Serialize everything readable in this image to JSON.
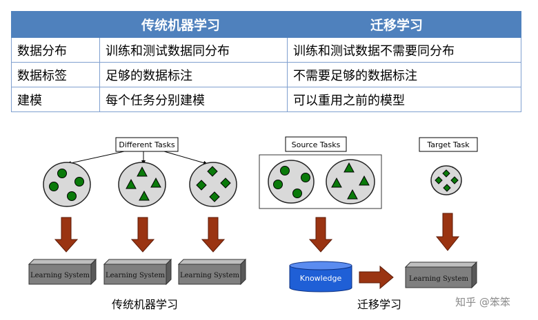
{
  "table": {
    "headers": [
      "",
      "传统机器学习",
      "迁移学习"
    ],
    "rows": [
      [
        "数据分布",
        "训练和测试数据同分布",
        "训练和测试数据不需要同分布"
      ],
      [
        "数据标签",
        "足够的数据标注",
        "不需要足够的数据标注"
      ],
      [
        "建模",
        "每个任务分别建模",
        "可以重用之前的模型"
      ]
    ]
  },
  "diagram": {
    "traditional": {
      "tasks_label": "Different Tasks",
      "system_label": "Learning System",
      "caption": "传统机器学习"
    },
    "transfer": {
      "source_label": "Source Tasks",
      "target_label": "Target Task",
      "knowledge_label": "Knowledge",
      "system_label": "Learning System",
      "caption": "迁移学习"
    },
    "watermark": "知乎 @笨笨",
    "colors": {
      "header_bg": "#4f81bd",
      "arrow": "#9a3412",
      "arrow_stroke": "#5c1a07",
      "circle_fill": "#d9d9d9",
      "shape_fill": "#0a7a0a",
      "box_front": "#7f7f7f",
      "knowledge": "#1f5fd6"
    }
  }
}
